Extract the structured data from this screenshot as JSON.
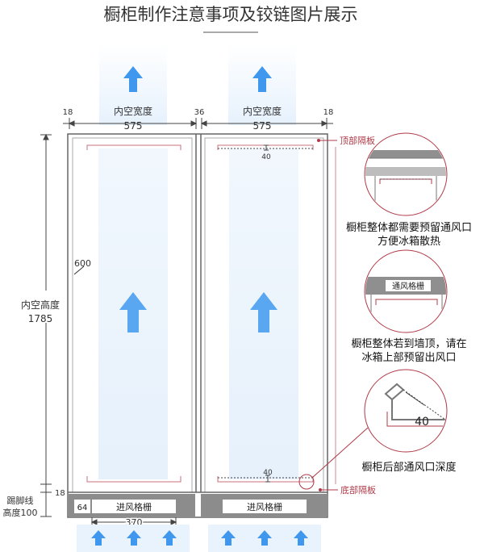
{
  "title": "橱柜制作注意事项及铰链图片展示",
  "dimensions": {
    "left_side": "18",
    "left_width_label": "内空宽度",
    "left_width": "575",
    "gap": "36",
    "right_width_label": "内空宽度",
    "right_width": "575",
    "right_side": "18",
    "height_label": "内空高度",
    "height": "1785",
    "depth": "600",
    "top_gap": "40",
    "bottom_gap": "40",
    "bottom_board": "18",
    "kick_label": "踢脚线",
    "kick_height": "高度100",
    "vent_height": "64",
    "vent_width": "370"
  },
  "labels": {
    "top_board": "顶部隔板",
    "bottom_board": "底部隔板",
    "grille_left": "进风格栅",
    "grille_right": "进风格栅",
    "grille_detail": "通风格栅",
    "detail_corner": "40"
  },
  "notes": {
    "note1_line1": "橱柜整体都需要预留通风口",
    "note1_line2": "方便冰箱散热",
    "note2_line1": "橱柜整体若到墙顶，请在",
    "note2_line2": "冰箱上部预留出风口",
    "note3": "橱柜后部通风口深度"
  },
  "colors": {
    "accent": "#b03a48",
    "frame": "#777777",
    "arrow": "#3f98ee",
    "kick": "#8c8c8c"
  }
}
